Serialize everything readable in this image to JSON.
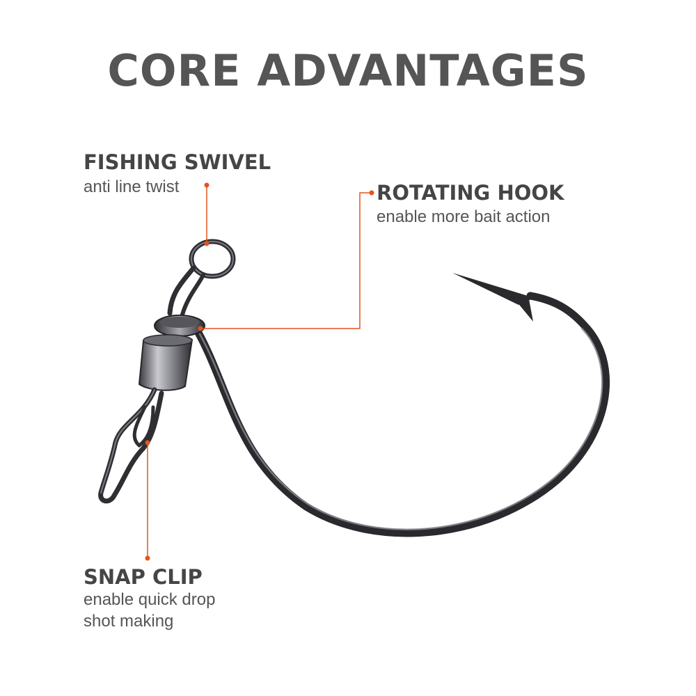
{
  "title": "CORE ADVANTAGES",
  "callouts": {
    "fishing_swivel": {
      "title": "FISHING SWIVEL",
      "description": "anti line twist"
    },
    "rotating_hook": {
      "title": "ROTATING HOOK",
      "description": "enable more bait action"
    },
    "snap_clip": {
      "title": "SNAP CLIP",
      "description_lines": [
        "enable quick drop",
        "shot making"
      ]
    }
  },
  "colors": {
    "title": "#555555",
    "label": "#454545",
    "accent": "#e2551f",
    "metal_dark": "#2a2a2e",
    "metal_light": "#8a8a90"
  },
  "icons": {
    "product": "fishing-hook-with-swivel-illustration"
  }
}
